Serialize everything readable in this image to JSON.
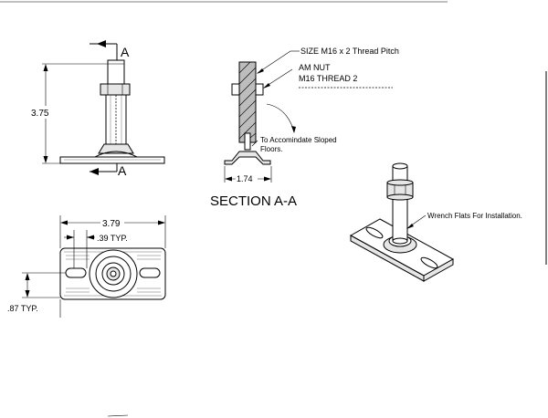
{
  "section_markers": {
    "top": "A",
    "bottom": "A"
  },
  "dimensions": {
    "height": "3.75",
    "width": "3.79",
    "slot_offset": ".39 TYP.",
    "slot_spacing": ".87 TYP.",
    "section_width": "1.74"
  },
  "callouts": {
    "thread_size": "SIZE M16 x 2 Thread Pitch",
    "nut_line1": "AM NUT",
    "nut_line2": "M16 THREAD 2",
    "sloped_line1": "To Accomindate Sloped",
    "sloped_line2": "Floors.",
    "wrench_flats": "Wrench Flats For Installation."
  },
  "section_title": "SECTION A-A"
}
